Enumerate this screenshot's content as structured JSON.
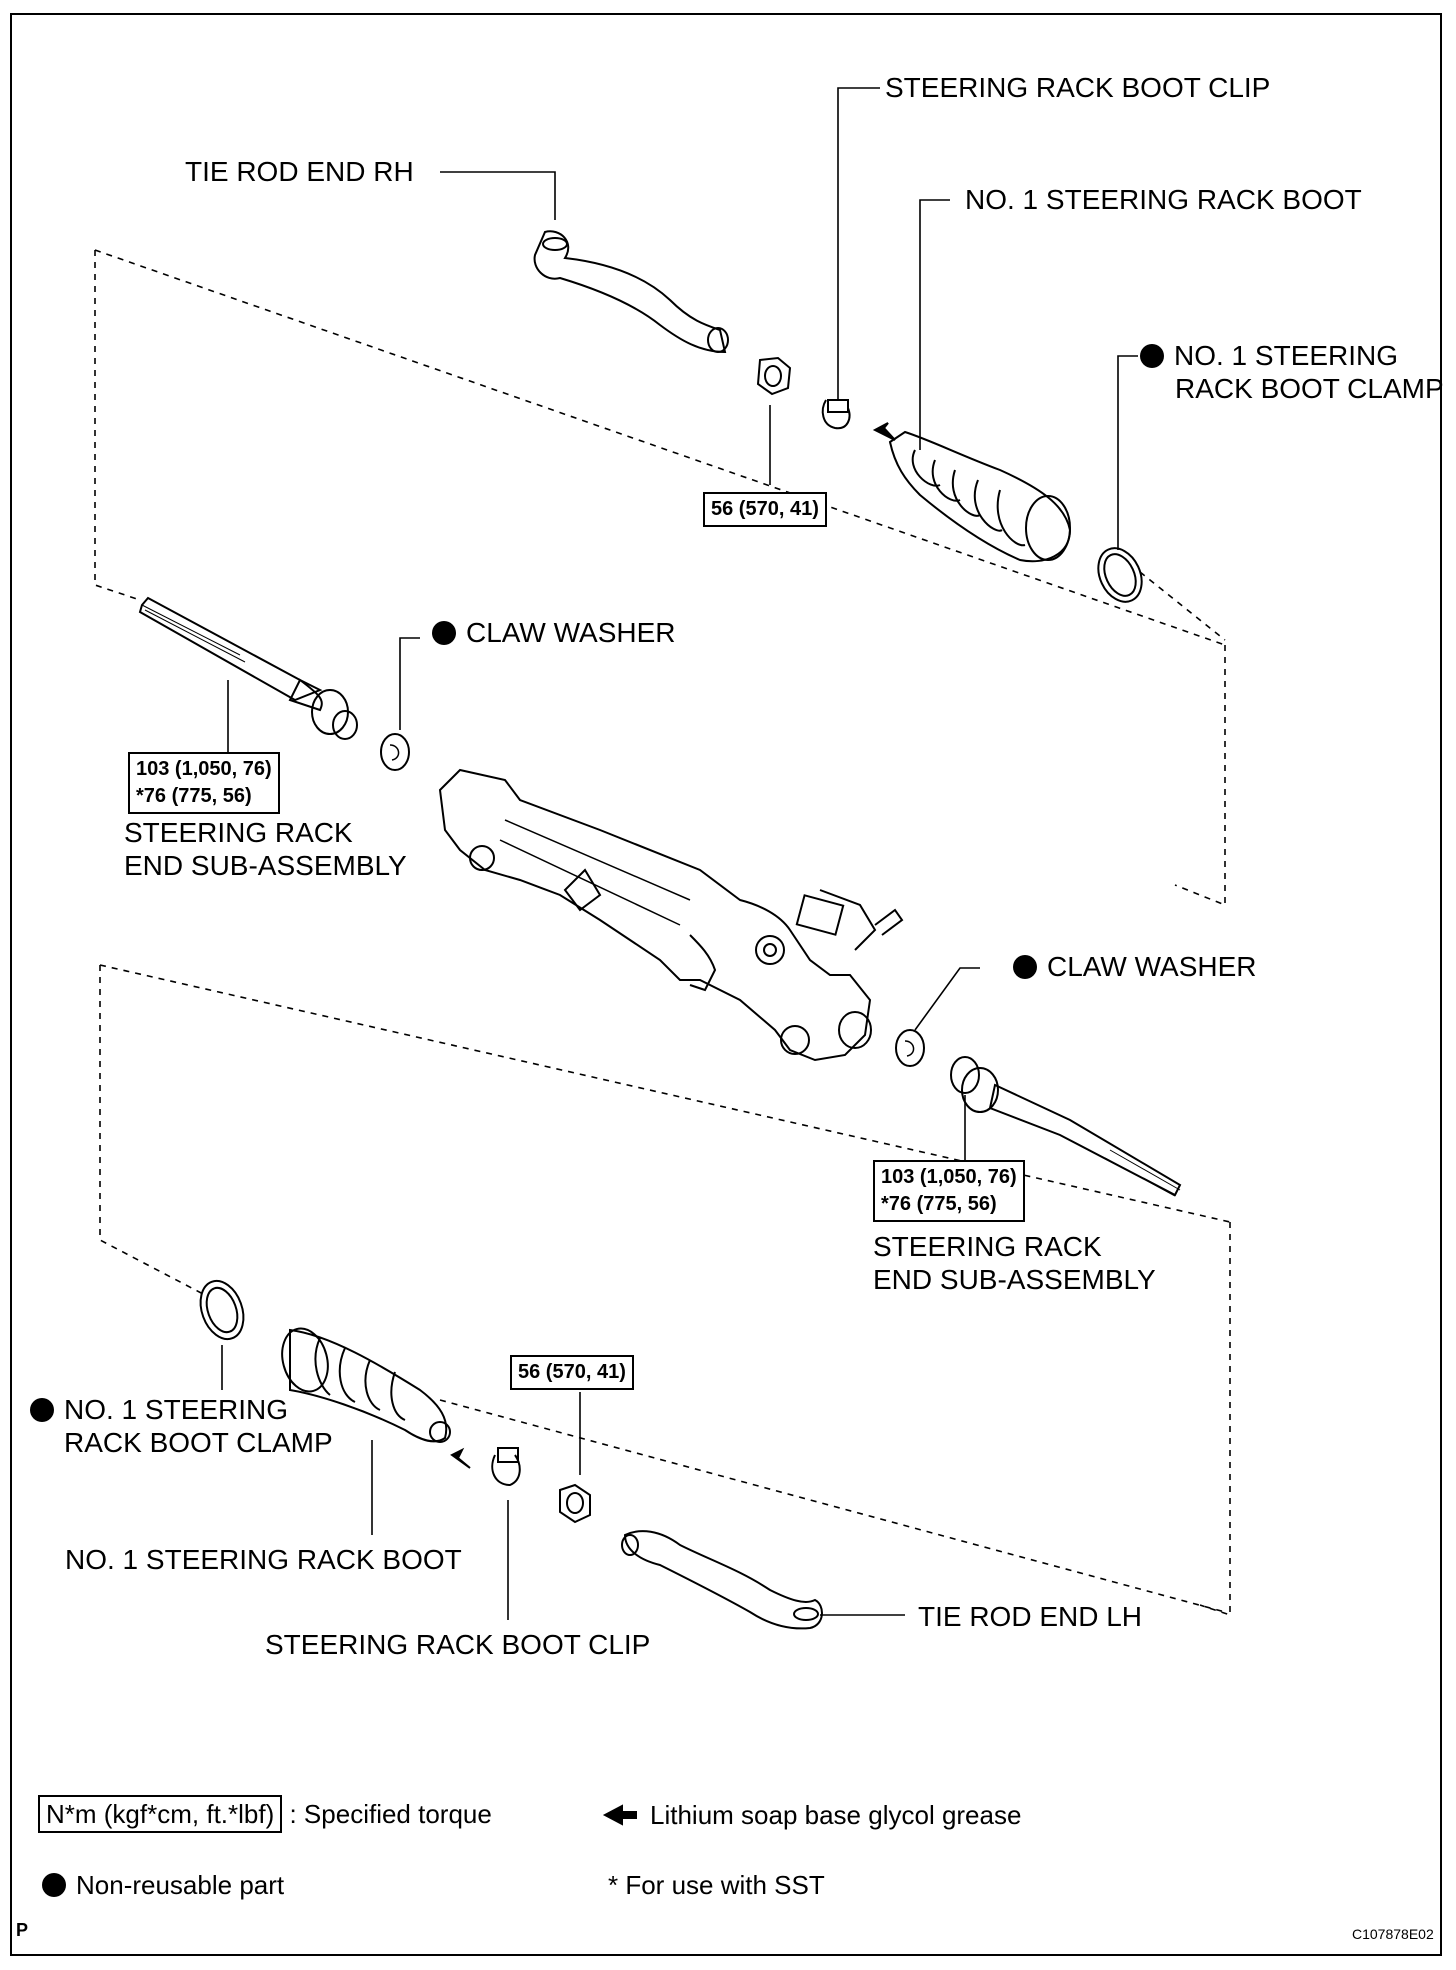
{
  "labels": {
    "tie_rod_end_rh": "TIE ROD END RH",
    "boot_clip_top": "STEERING RACK BOOT CLIP",
    "boot_top": "NO. 1 STEERING RACK BOOT",
    "boot_clamp_top_line1": "NO. 1  STEERING",
    "boot_clamp_top_line2": "RACK BOOT CLAMP",
    "claw_washer_left": "CLAW WASHER",
    "rack_end_left_line1": "STEERING RACK",
    "rack_end_left_line2": "END SUB-ASSEMBLY",
    "claw_washer_right": "CLAW WASHER",
    "rack_end_right_line1": "STEERING RACK",
    "rack_end_right_line2": "END SUB-ASSEMBLY",
    "boot_clamp_bottom_line1": "NO. 1 STEERING",
    "boot_clamp_bottom_line2": "RACK BOOT CLAMP",
    "boot_bottom": "NO. 1 STEERING RACK BOOT",
    "boot_clip_bottom": "STEERING RACK BOOT CLIP",
    "tie_rod_end_lh": "TIE ROD END LH"
  },
  "torques": {
    "nut_top": "56 (570, 41)",
    "rack_end_left_line1": "103 (1,050, 76)",
    "rack_end_left_line2": "*76 (775, 56)",
    "rack_end_right_line1": "103 (1,050, 76)",
    "rack_end_right_line2": "*76 (775, 56)",
    "nut_bottom": "56 (570, 41)"
  },
  "legend": {
    "torque_unit_box": "N*m (kgf*cm, ft.*lbf)",
    "torque_desc": ": Specified torque",
    "grease_desc": "Lithium soap base glycol grease",
    "nonreusable_desc": "Non-reusable part",
    "sst_desc": "* For use with SST"
  },
  "corner": {
    "left": "P",
    "code": "C107878E02"
  },
  "icons": {
    "nonreusable": "filled-circle-icon",
    "grease": "left-arrow-icon"
  }
}
